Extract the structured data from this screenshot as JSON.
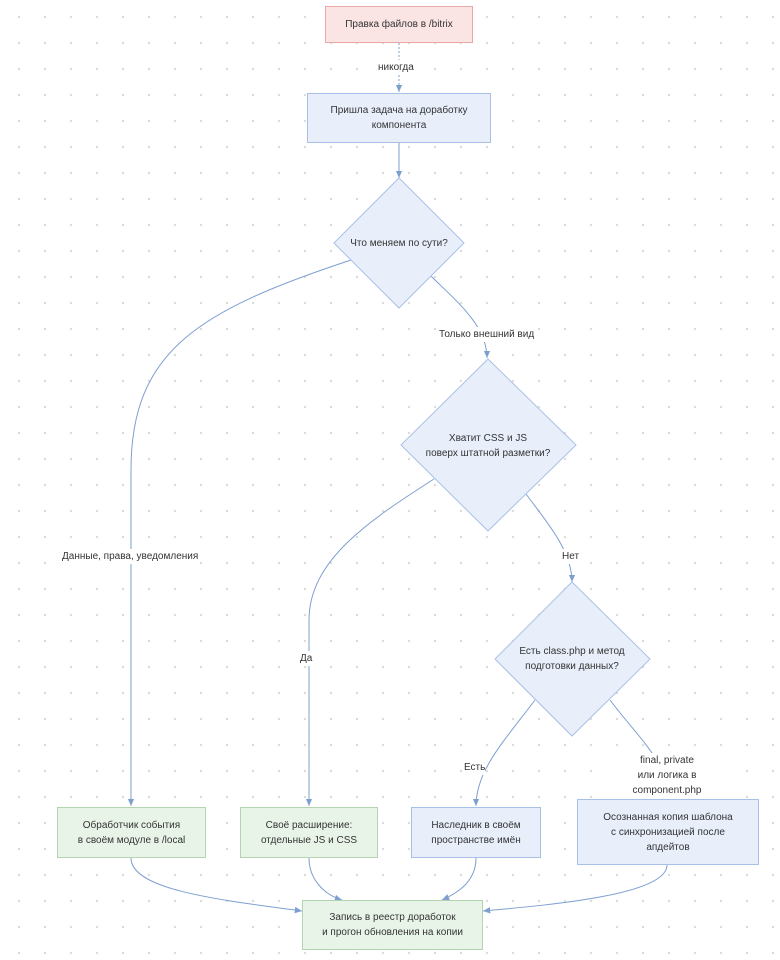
{
  "nodes": {
    "start": "Правка файлов в /bitrix",
    "task": "Пришла задача на доработку\nкомпонента",
    "q1": "Что меняем по сути?",
    "q2": "Хватит CSS и JS\nповерх штатной разметки?",
    "q3": "Есть class.php и метод\nподготовки данных?",
    "handler": "Обработчик события\nв своём модуле в /local",
    "extension": "Своё расширение:\nотдельные JS и CSS",
    "inheritor": "Наследник в своём\nпространстве имён",
    "copy": "Осознанная копия шаблона\nс синхронизацией после\nапдейтов",
    "registry": "Запись в реестр доработок\nи прогон обновления на копии"
  },
  "edges": {
    "never": "никогда",
    "appearance": "Только внешний вид",
    "data_rights": "Данные, права, уведомления",
    "yes": "Да",
    "no": "Нет",
    "exists": "Есть",
    "final_private": "final, private\nили логика в component.php"
  },
  "colors": {
    "edge": "#7e9fd0",
    "start_fill": "#fbe5e4",
    "process_fill": "#e8effb",
    "outcome_fill": "#e9f4e9"
  }
}
